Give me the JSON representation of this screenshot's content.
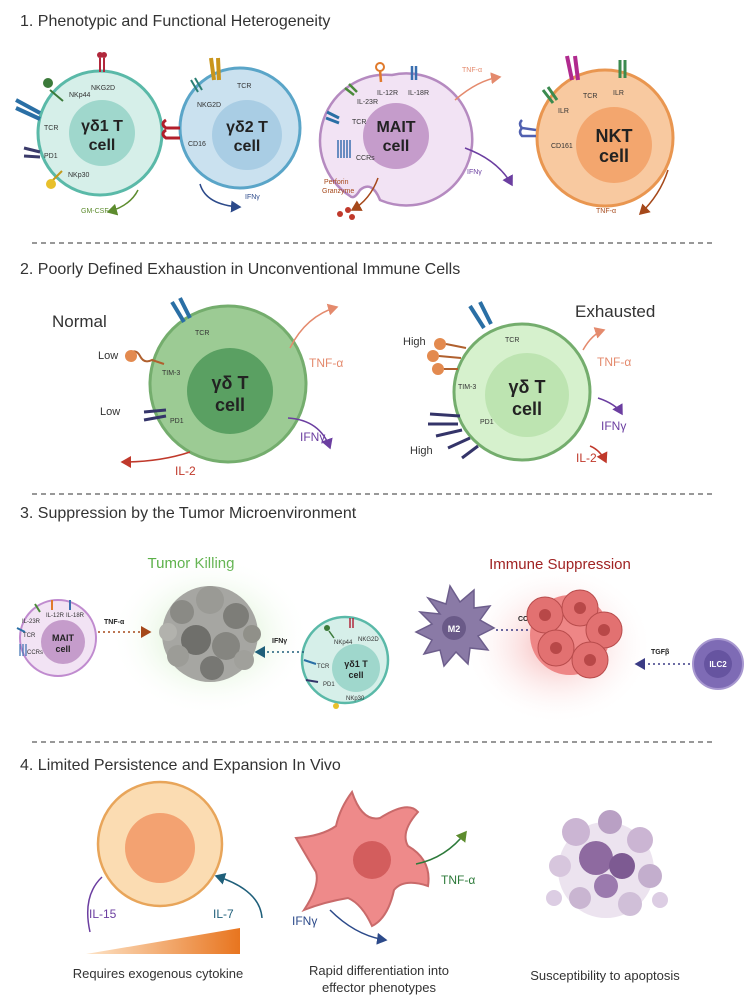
{
  "sections": [
    {
      "title": "1.  Phenotypic and Functional Heterogeneity"
    },
    {
      "title": "2. Poorly Defined Exhaustion in Unconventional Immune Cells"
    },
    {
      "title": "3. Suppression by the Tumor Microenvironment"
    },
    {
      "title": "4. Limited Persistence and Expansion In Vivo"
    }
  ],
  "s1": {
    "gd1": {
      "name1": "γδ1 T",
      "name2": "cell",
      "nkp44": "NKp44",
      "nkg2d": "NKG2D",
      "tcr": "TCR",
      "pd1": "PD1",
      "nkp30": "NKp30",
      "gmcsf": "GM-CSF"
    },
    "gd2": {
      "name1": "γδ2 T",
      "name2": "cell",
      "tcr": "TCR",
      "nkg2d": "NKG2D",
      "cd16": "CD16",
      "ifng": "IFNγ"
    },
    "mait": {
      "name1": "MAIT",
      "name2": "cell",
      "il12r": "IL-12R",
      "il18r": "IL-18R",
      "il23r": "IL-23R",
      "tcr": "TCR",
      "ccrs": "CCRs",
      "perforin": "Perforin",
      "granzyme": "Granzyme",
      "tnfa": "TNF-α",
      "ifng": "IFNγ"
    },
    "nkt": {
      "name1": "NKT",
      "name2": "cell",
      "tcr": "TCR",
      "ilr1": "ILR",
      "ilr2": "ILR",
      "cd161": "CD161",
      "tnfa": "TNF-α"
    }
  },
  "s2": {
    "normal": {
      "title": "Normal",
      "low1": "Low",
      "low2": "Low",
      "tcr": "TCR",
      "tim3": "TIM-3",
      "pd1": "PD1",
      "name1": "γδ T",
      "name2": "cell",
      "tnfa": "TNF-α",
      "ifng": "IFNγ",
      "il2": "IL-2"
    },
    "exhausted": {
      "title": "Exhausted",
      "high1": "High",
      "high2": "High",
      "tcr": "TCR",
      "tim3": "TIM-3",
      "pd1": "PD1",
      "name1": "γδ T",
      "name2": "cell",
      "tnfa": "TNF-α",
      "ifng": "IFNγ",
      "il2": "IL-2"
    }
  },
  "s3": {
    "tumor_killing": "Tumor Killing",
    "immune_suppression": "Immune Suppression",
    "mait": {
      "name1": "MAIT",
      "name2": "cell",
      "il12r": "IL-12R",
      "il18r": "IL-18R",
      "il23r": "IL-23R",
      "tcr": "TCR",
      "ccrs": "CCRs"
    },
    "tnfa": "TNF-α",
    "ifng": "IFNγ",
    "gd1": {
      "name1": "γδ1 T",
      "name2": "cell",
      "nkp44": "NKp44",
      "nkg2d": "NKG2D",
      "tcr": "TCR",
      "pd1": "PD1",
      "nkp30": "NKp30"
    },
    "m2": "M2",
    "ccl2": "CCL2",
    "tgfb": "TGFβ",
    "ilc2": "ILC2"
  },
  "s4": {
    "il15": "IL-15",
    "il7": "IL-7",
    "tnfa": "TNF-α",
    "ifng": "IFNγ",
    "caption1": "Requires exogenous cytokine",
    "caption2a": "Rapid differentiation into",
    "caption2b": "effector phenotypes",
    "caption3": "Susceptibility to apoptosis"
  },
  "colors": {
    "gd_teal": "#5ab9a8",
    "gd_fill": "#d3ede8",
    "gd2_fill": "#c7dff0",
    "mait_fill": "#f1e2f3",
    "nkt_fill": "#f7c59a",
    "normal_green": "#74ad6d",
    "exhausted_green": "#c9ebc0",
    "tnfa": "#e48a6d",
    "ifng": "#6b3ea0",
    "il2": "#c0392b",
    "killing_green": "#5bb048",
    "suppression_red": "#a02323"
  }
}
